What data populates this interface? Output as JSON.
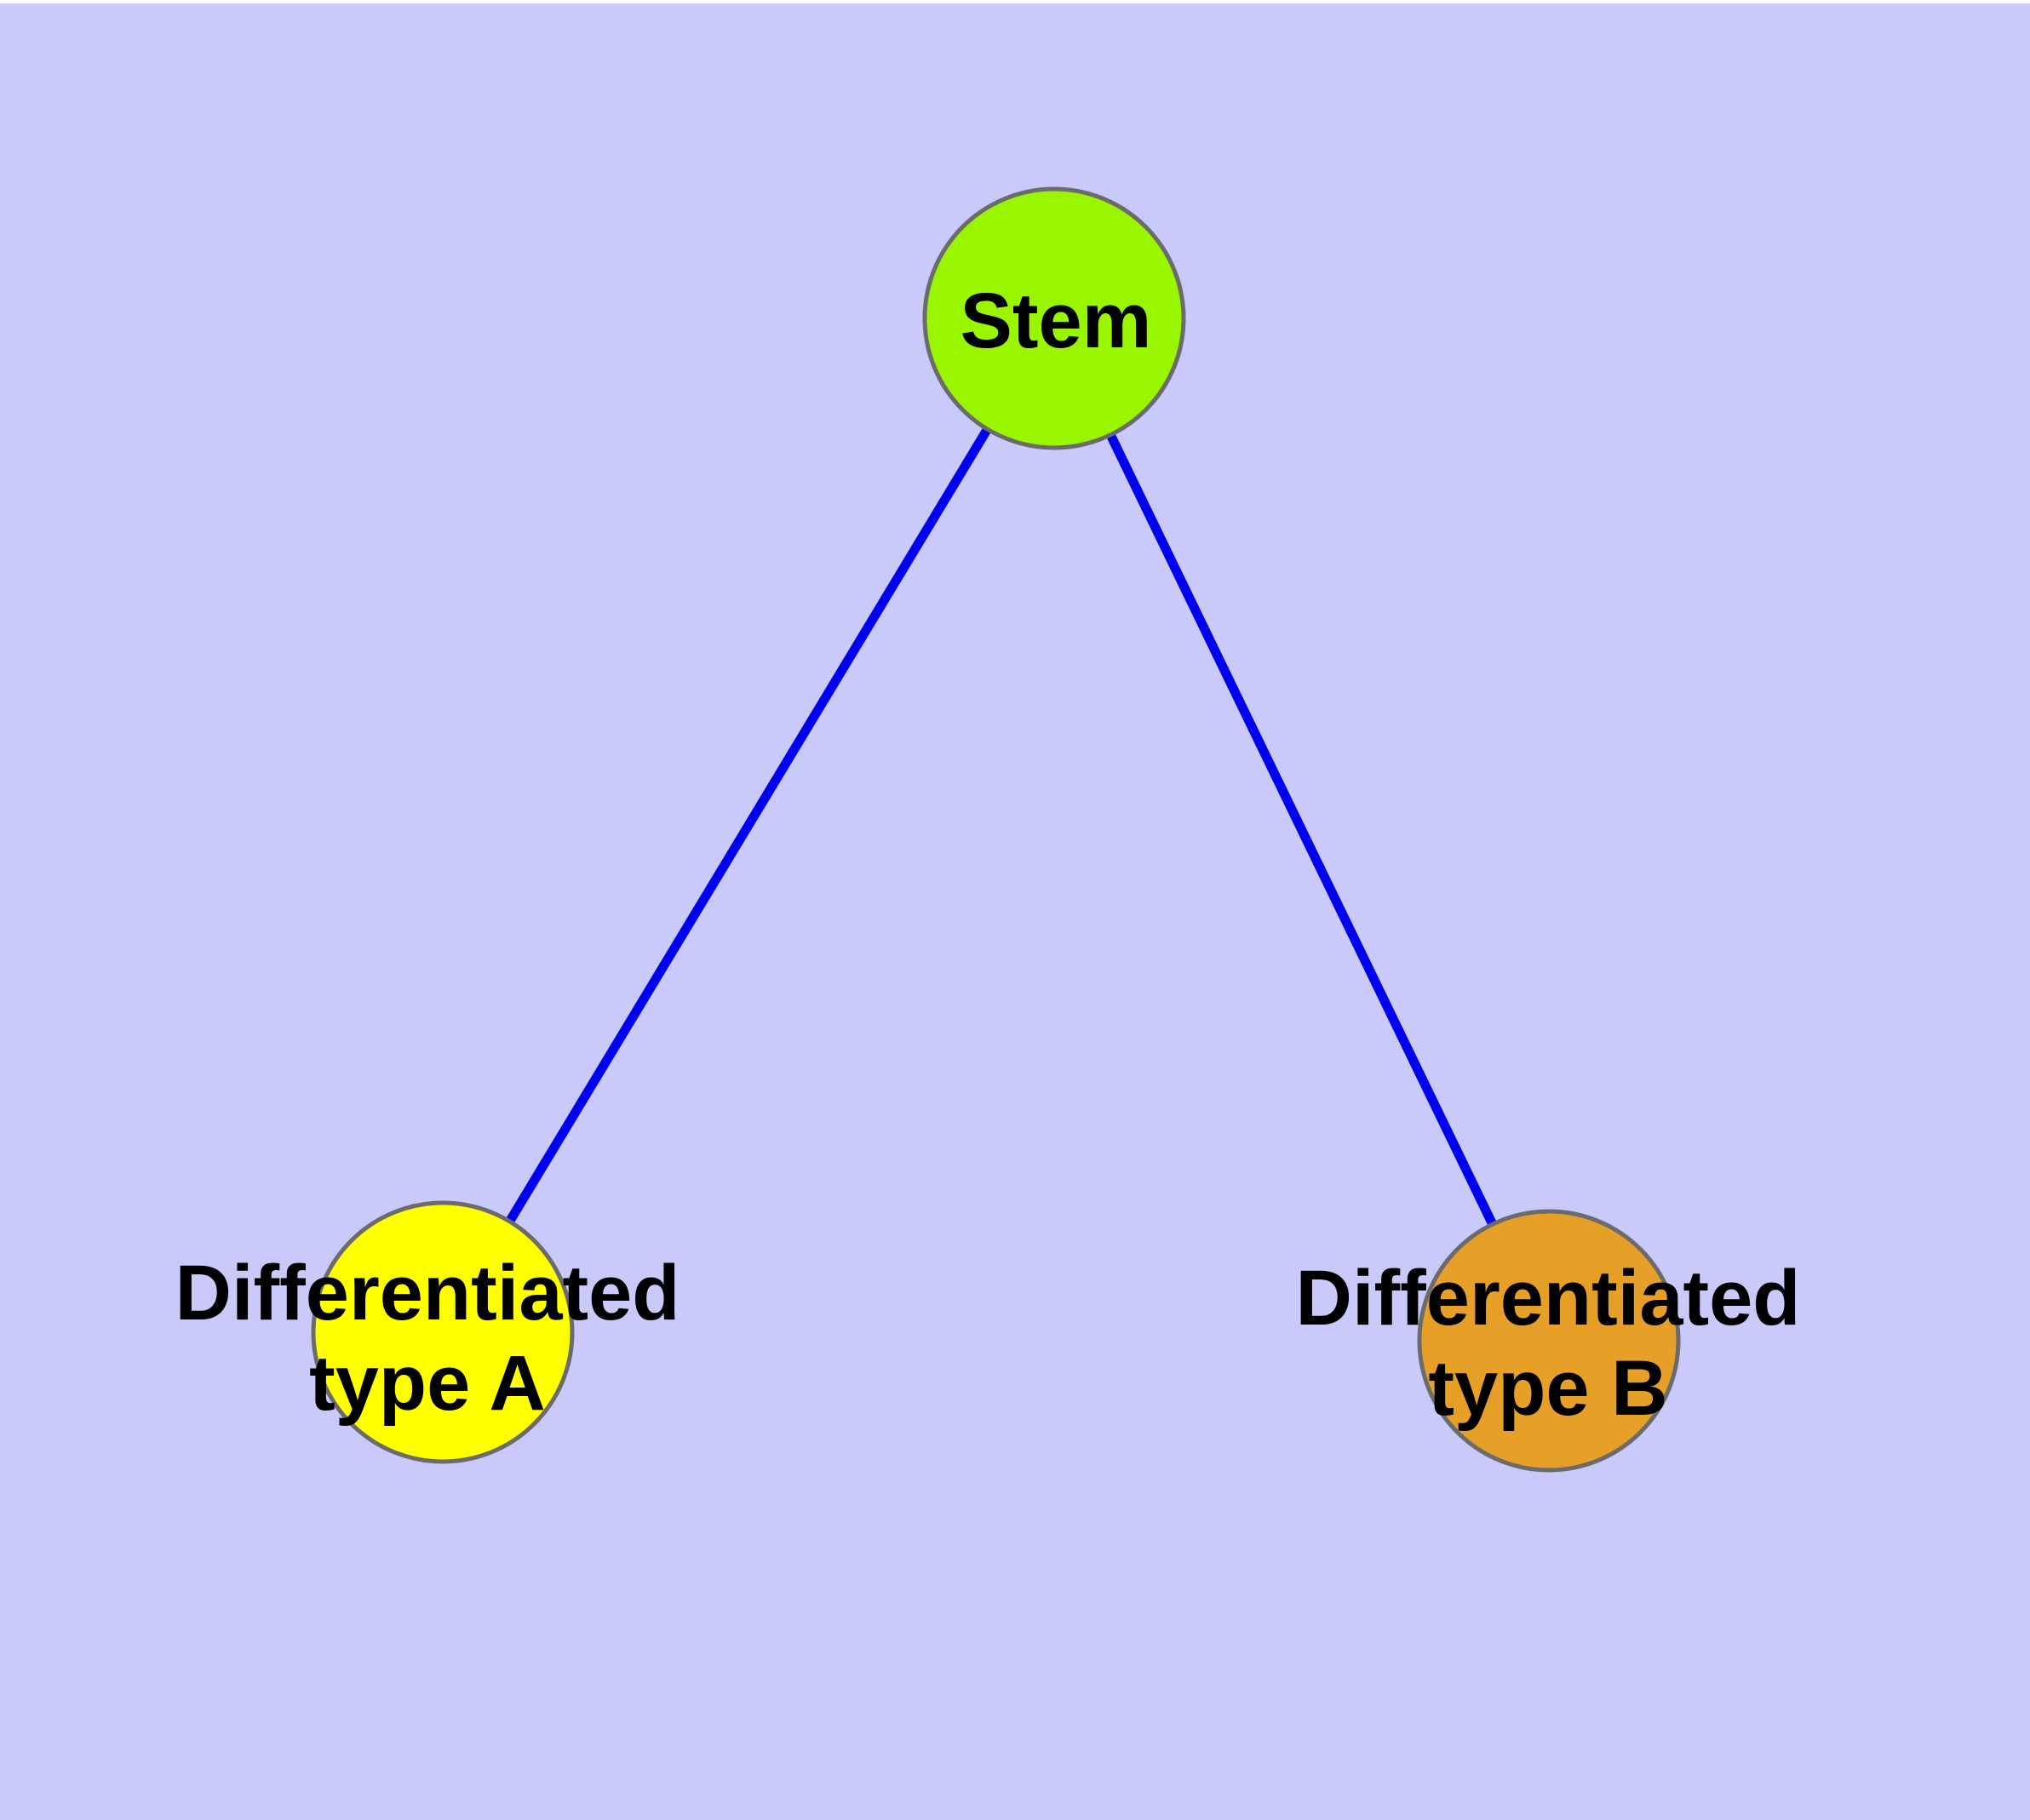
{
  "diagram": {
    "type": "graph",
    "background_color": "#C9C9FA",
    "top_margin_color": "#FFFFFF",
    "edge_color": "#0000F0",
    "node_border_color": "#6B6B6B",
    "label_color": "#000000",
    "nodes": [
      {
        "id": "stem",
        "label": "Stem",
        "lines": [
          "Stem"
        ],
        "fill_color": "#99F500"
      },
      {
        "id": "differentiated-type-a",
        "label": "Differentiated type A",
        "lines": [
          "Differentiated",
          "type A"
        ],
        "fill_color": "#FFFF00"
      },
      {
        "id": "differentiated-type-b",
        "label": "Differentiated type B",
        "lines": [
          "Differentiated",
          "type B"
        ],
        "fill_color": "#E6A027"
      }
    ],
    "edges": [
      {
        "from": "stem",
        "to": "differentiated-type-a"
      },
      {
        "from": "stem",
        "to": "differentiated-type-b"
      }
    ]
  }
}
